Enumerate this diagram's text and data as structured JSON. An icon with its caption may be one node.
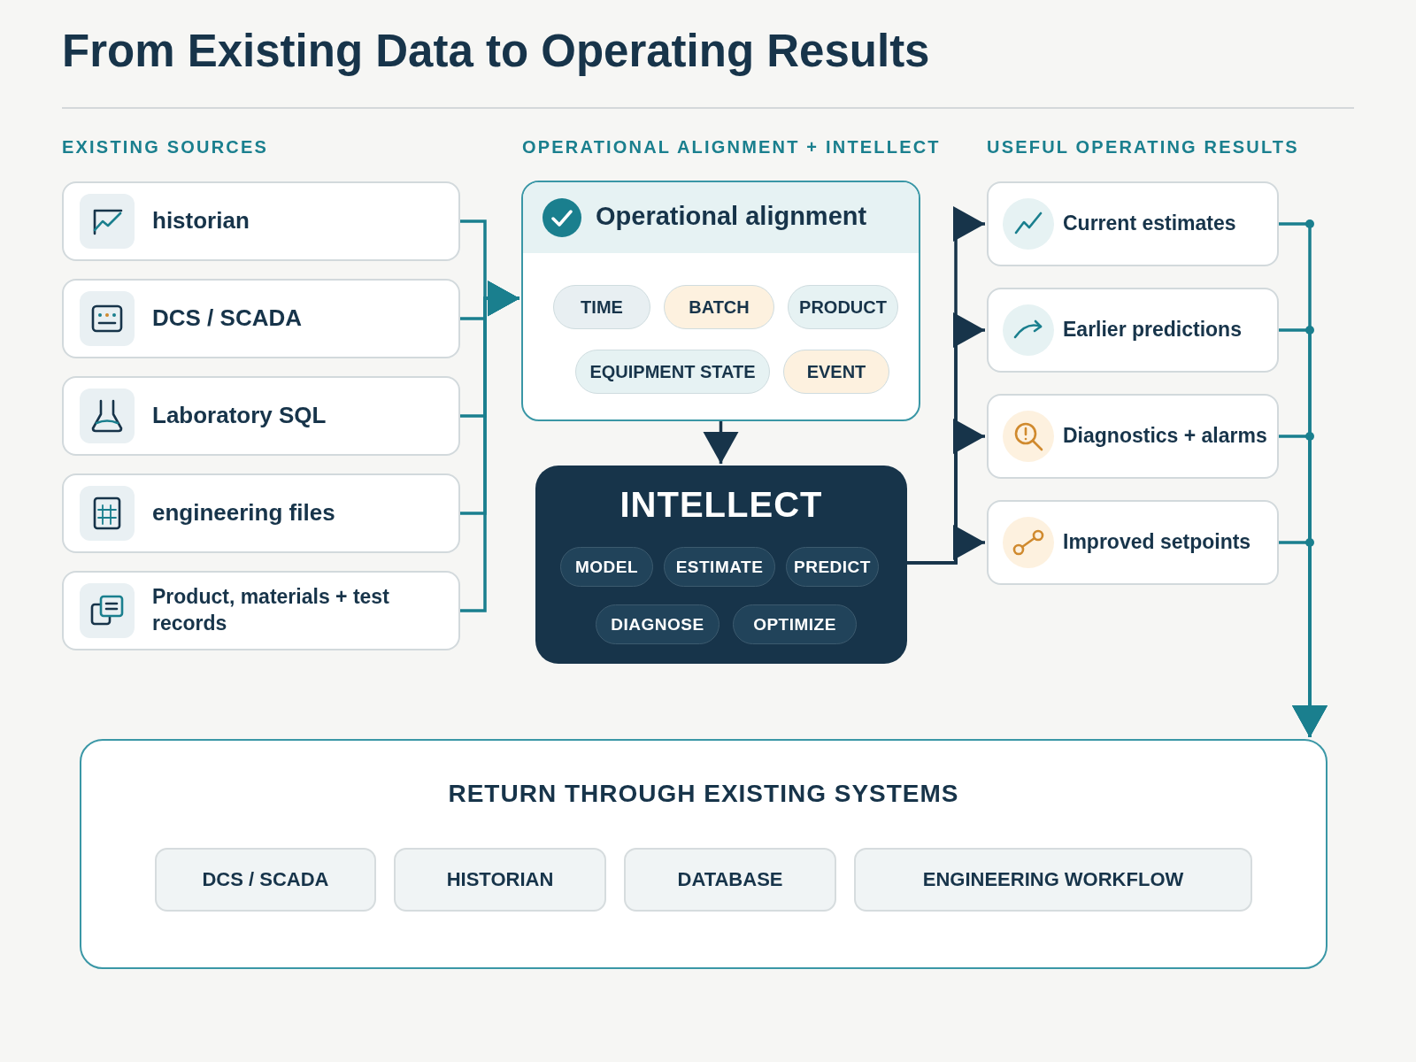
{
  "diagram": {
    "title": "From Existing Data to Operating Results",
    "nodes": [
      {
        "text": [
          "historian"
        ]
      },
      {
        "text": [
          "DCS / SCADA"
        ]
      },
      {
        "text": [
          "Laboratory SQL"
        ]
      },
      {
        "text": [
          "engineering files"
        ]
      },
      {
        "text": [
          "Product, materials + test records"
        ]
      },
      {
        "text": [
          "Operational alignment"
        ]
      },
      {
        "text": [
          "TIME"
        ],
        "in": 5
      },
      {
        "text": [
          "BATCH"
        ],
        "in": 5
      },
      {
        "text": [
          "PRODUCT"
        ],
        "in": 5
      },
      {
        "text": [
          "EQUIPMENT STATE"
        ],
        "in": 5
      },
      {
        "text": [
          "EVENT"
        ],
        "in": 5
      },
      {
        "text": [
          "INTELLECT"
        ]
      },
      {
        "text": [
          "MODEL"
        ],
        "in": 11
      },
      {
        "text": [
          "ESTIMATE"
        ],
        "in": 11
      },
      {
        "text": [
          "PREDICT"
        ],
        "in": 11
      },
      {
        "text": [
          "DIAGNOSE"
        ],
        "in": 11
      },
      {
        "text": [
          "OPTIMIZE"
        ],
        "in": 11
      },
      {
        "text": [
          "Current estimates"
        ]
      },
      {
        "text": [
          "Earlier predictions"
        ]
      },
      {
        "text": [
          "Diagnostics + alarms"
        ]
      },
      {
        "text": [
          "Improved setpoints"
        ]
      },
      {
        "text": [
          "RETURN THROUGH EXISTING SYSTEMS"
        ]
      },
      {
        "text": [
          "DCS / SCADA"
        ],
        "in": 21
      },
      {
        "text": [
          "HISTORIAN"
        ],
        "in": 21
      },
      {
        "text": [
          "DATABASE"
        ],
        "in": 21
      },
      {
        "text": [
          "ENGINEERING WORKFLOW"
        ],
        "in": 21
      }
    ],
    "edges": [
      {
        "from": 0,
        "to": 5,
        "arrow": "to"
      },
      {
        "from": 1,
        "to": 5,
        "arrow": "to"
      },
      {
        "from": 2,
        "to": 5,
        "arrow": "to"
      },
      {
        "from": 3,
        "to": 5,
        "arrow": "to"
      },
      {
        "from": 4,
        "to": 5,
        "arrow": "to"
      },
      {
        "from": 5,
        "to": 11,
        "arrow": "to",
        "color": "#17344a"
      },
      {
        "from": 11,
        "to": 17,
        "arrow": "to",
        "color": "#17344a"
      },
      {
        "from": 11,
        "to": 18,
        "arrow": "to",
        "color": "#17344a"
      },
      {
        "from": 11,
        "to": 19,
        "arrow": "to",
        "color": "#17344a"
      },
      {
        "from": 11,
        "to": 20,
        "arrow": "to",
        "color": "#17344a"
      },
      {
        "from": 17,
        "to": 21,
        "arrow": "to"
      },
      {
        "from": 18,
        "to": 21,
        "arrow": "to"
      },
      {
        "from": 19,
        "to": 21,
        "arrow": "to"
      },
      {
        "from": 20,
        "to": 21,
        "arrow": "to"
      }
    ],
    "labels": [
      "EXISTING SOURCES",
      "OPERATIONAL ALIGNMENT + INTELLECT",
      "USEFUL OPERATING RESULTS"
    ]
  }
}
